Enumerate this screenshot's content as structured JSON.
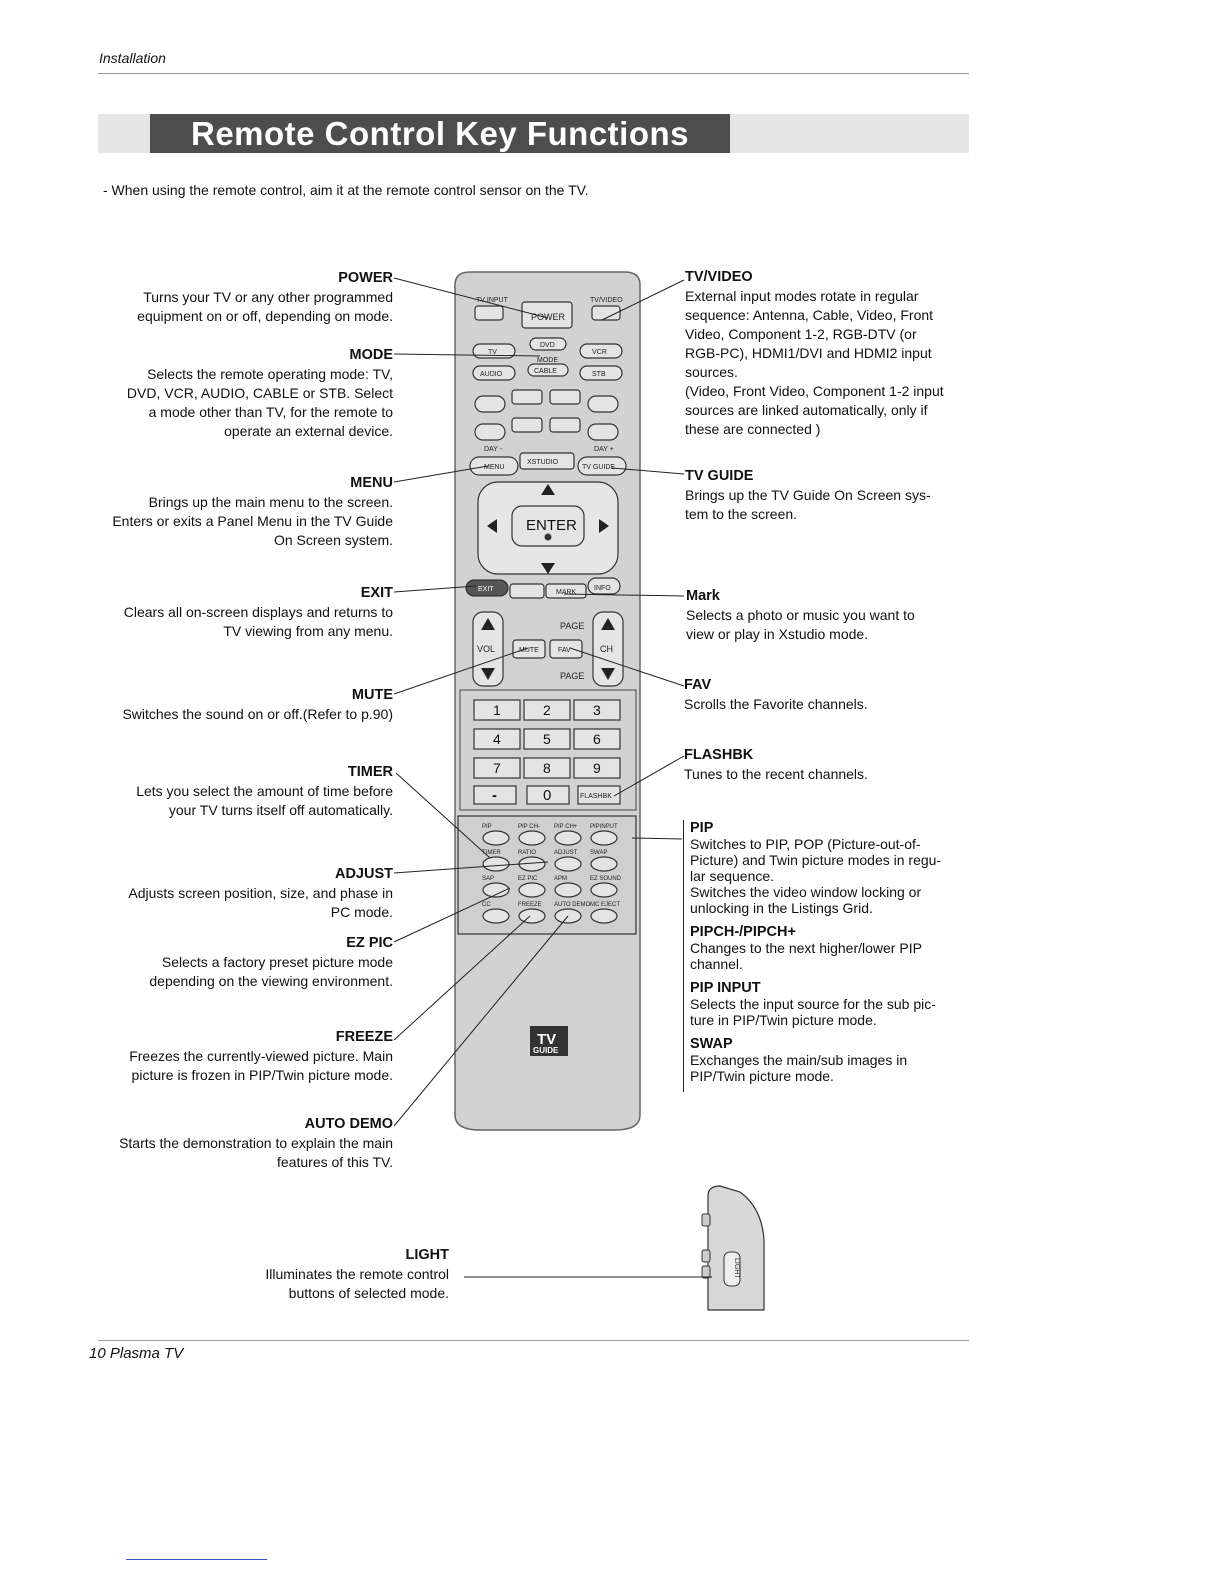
{
  "header": {
    "section": "Installation"
  },
  "title": "Remote Control Key Functions",
  "intro": "-  When using the remote control, aim it at the remote control sensor on the TV.",
  "left_labels": [
    {
      "id": "power",
      "name": "POWER",
      "desc": [
        "Turns your TV or any other programmed",
        "equipment on or off, depending on mode."
      ]
    },
    {
      "id": "mode",
      "name": "MODE",
      "desc": [
        "Selects the remote operating mode: TV,",
        "DVD, VCR, AUDIO, CABLE or STB. Select",
        "a mode other than TV, for the remote to",
        "operate an external device."
      ]
    },
    {
      "id": "menu",
      "name": "MENU",
      "desc": [
        "Brings up the main menu to the screen.",
        "Enters or exits a Panel Menu in the TV Guide",
        "On Screen system."
      ]
    },
    {
      "id": "exit",
      "name": "EXIT",
      "desc": [
        "Clears all on-screen displays and returns to",
        "TV viewing from any menu."
      ]
    },
    {
      "id": "mute",
      "name": "MUTE",
      "desc": [
        "Switches the sound on or off.(Refer to p.90)"
      ]
    },
    {
      "id": "timer",
      "name": "TIMER",
      "desc": [
        "Lets you select the amount of time before",
        "your TV turns itself off automatically."
      ]
    },
    {
      "id": "adjust",
      "name": "ADJUST",
      "desc": [
        "Adjusts screen position, size, and phase in",
        "PC mode."
      ]
    },
    {
      "id": "ezpic",
      "name": "EZ PIC",
      "desc": [
        "Selects a factory preset picture mode",
        "depending on the viewing environment."
      ]
    },
    {
      "id": "freeze",
      "name": "FREEZE",
      "desc": [
        "Freezes the currently-viewed picture. Main",
        "picture is frozen in PIP/Twin picture mode."
      ]
    },
    {
      "id": "autodemo",
      "name": "AUTO DEMO",
      "desc": [
        "Starts the demonstration to explain the main",
        "features of  this TV."
      ]
    }
  ],
  "right_labels": [
    {
      "id": "tvvideo",
      "name": "TV/VIDEO",
      "desc": [
        "External input modes rotate in regular",
        "sequence: Antenna, Cable, Video, Front",
        "Video, Component 1-2, RGB-DTV (or",
        "RGB-PC),  HDMI1/DVI and HDMI2 input",
        "sources.",
        "(Video, Front Video, Component 1-2 input",
        "sources are linked automatically, only if",
        "these are connected )"
      ]
    },
    {
      "id": "tvguide",
      "name": "TV GUIDE",
      "desc": [
        "Brings up the TV Guide On Screen sys-",
        "tem to the screen."
      ]
    },
    {
      "id": "mark",
      "name": "Mark",
      "desc": [
        "Selects a photo or music you want to",
        "view or play in Xstudio mode."
      ]
    },
    {
      "id": "fav",
      "name": "FAV",
      "desc": [
        "Scrolls the Favorite channels."
      ]
    },
    {
      "id": "flashbk",
      "name": "FLASHBK",
      "desc": [
        "Tunes to the recent channels."
      ]
    }
  ],
  "pip_items": [
    {
      "name": "PIP",
      "desc": [
        "Switches to PIP, POP (Picture-out-of-",
        "Picture) and Twin picture modes in regu-",
        "lar sequence.",
        "Switches the video window locking or",
        "unlocking in the Listings Grid."
      ]
    },
    {
      "name": "PIPCH-/PIPCH+",
      "desc": [
        "Changes to the next higher/lower PIP",
        "channel."
      ]
    },
    {
      "name": "PIP INPUT",
      "desc": [
        "Selects the input source for the sub pic-",
        "ture in PIP/Twin picture mode."
      ]
    },
    {
      "name": "SWAP",
      "desc": [
        "Exchanges the main/sub images in",
        "PIP/Twin picture mode."
      ]
    }
  ],
  "light": {
    "name": "LIGHT",
    "desc": [
      "Illuminates the remote control",
      "buttons of selected mode."
    ]
  },
  "remote": {
    "tv_input": "TV INPUT",
    "power": "POWER",
    "tv_video": "TV/VIDEO",
    "dvd": "DVD",
    "tv": "TV",
    "vcr": "VCR",
    "mode": "MODE",
    "audio": "AUDIO",
    "cable": "CABLE",
    "stb": "STB",
    "day_minus": "DAY -",
    "day_plus": "DAY +",
    "menu": "MENU",
    "xstudio": "XSTUDIO",
    "tvguide": "TV GUIDE",
    "enter": "ENTER",
    "exit": "EXIT",
    "mark": "MARK",
    "info": "INFO",
    "vol": "VOL",
    "ch": "CH",
    "page": "PAGE",
    "mute": "MUTE",
    "fav": "FAV",
    "digits": [
      "1",
      "2",
      "3",
      "4",
      "5",
      "6",
      "7",
      "8",
      "9"
    ],
    "dash": "-",
    "zero": "0",
    "flashbk": "FLASHBK",
    "pip_row1": [
      "PIP",
      "PIP CH-",
      "PIP CH+",
      "PIPINPUT"
    ],
    "pip_row2": [
      "TIMER",
      "RATIO",
      "ADJUST",
      "SWAP"
    ],
    "pip_row3": [
      "SAP",
      "EZ PIC",
      "APM",
      "EZ SOUND"
    ],
    "pip_row4": [
      "CC",
      "FREEZE",
      "AUTO DEMO",
      "MC EJECT"
    ],
    "logo_top": "TV",
    "logo_bottom": "GUIDE",
    "light": "LIGHT"
  },
  "footer": "10   Plasma TV"
}
